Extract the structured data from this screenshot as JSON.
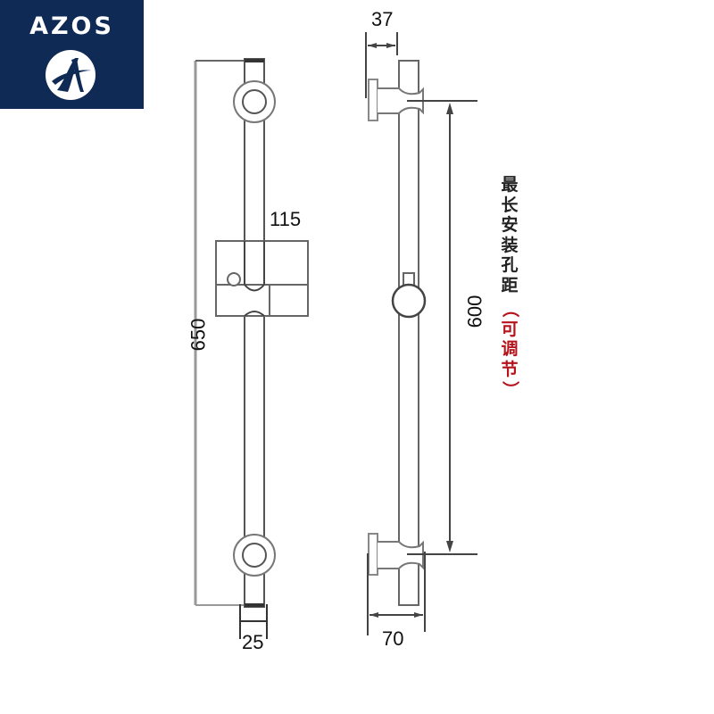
{
  "brand": {
    "name": "AZOS",
    "background_color": "#0f2a55",
    "emblem": "stylized-A-circle-emblem"
  },
  "front_view": {
    "dimensions": {
      "overall_height": "650",
      "holder_width": "115",
      "bar_diameter": "25"
    }
  },
  "side_view": {
    "dimensions": {
      "bracket_depth_top": "37",
      "bracket_depth_bottom": "70",
      "mounting_hole_distance": "600"
    }
  },
  "annotation": {
    "label": "最长安装孔距",
    "note": "（可调节）",
    "label_chars": [
      "最",
      "长",
      "安",
      "装",
      "孔",
      "距"
    ],
    "note_chars": [
      "（",
      "可",
      "调",
      "节",
      "）"
    ],
    "note_color": "#b5121b"
  }
}
